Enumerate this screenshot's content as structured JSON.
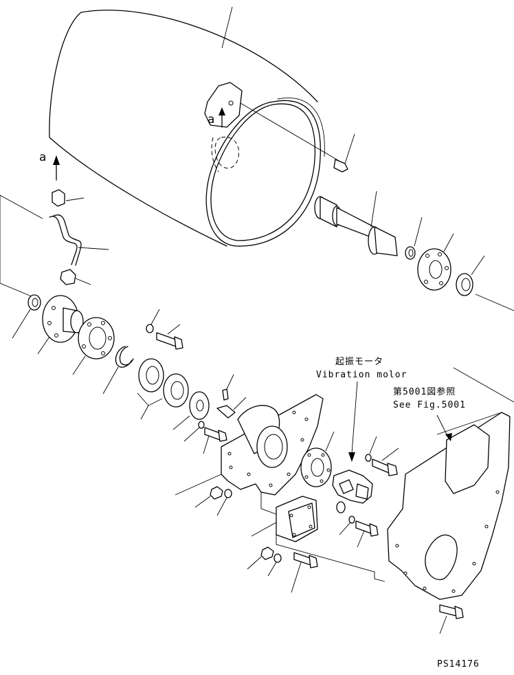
{
  "labels": {
    "vibration_motor_jp": "起振モータ",
    "vibration_motor_en": "Vibration molor",
    "see_fig_jp": "第5001図参照",
    "see_fig_en": "See Fig.5001",
    "arrow_label_left": "a",
    "arrow_label_drum": "a",
    "figure_code": "PS14176"
  },
  "icons": {
    "drum": "cylinder-drum",
    "arrow": "up-arrow"
  }
}
